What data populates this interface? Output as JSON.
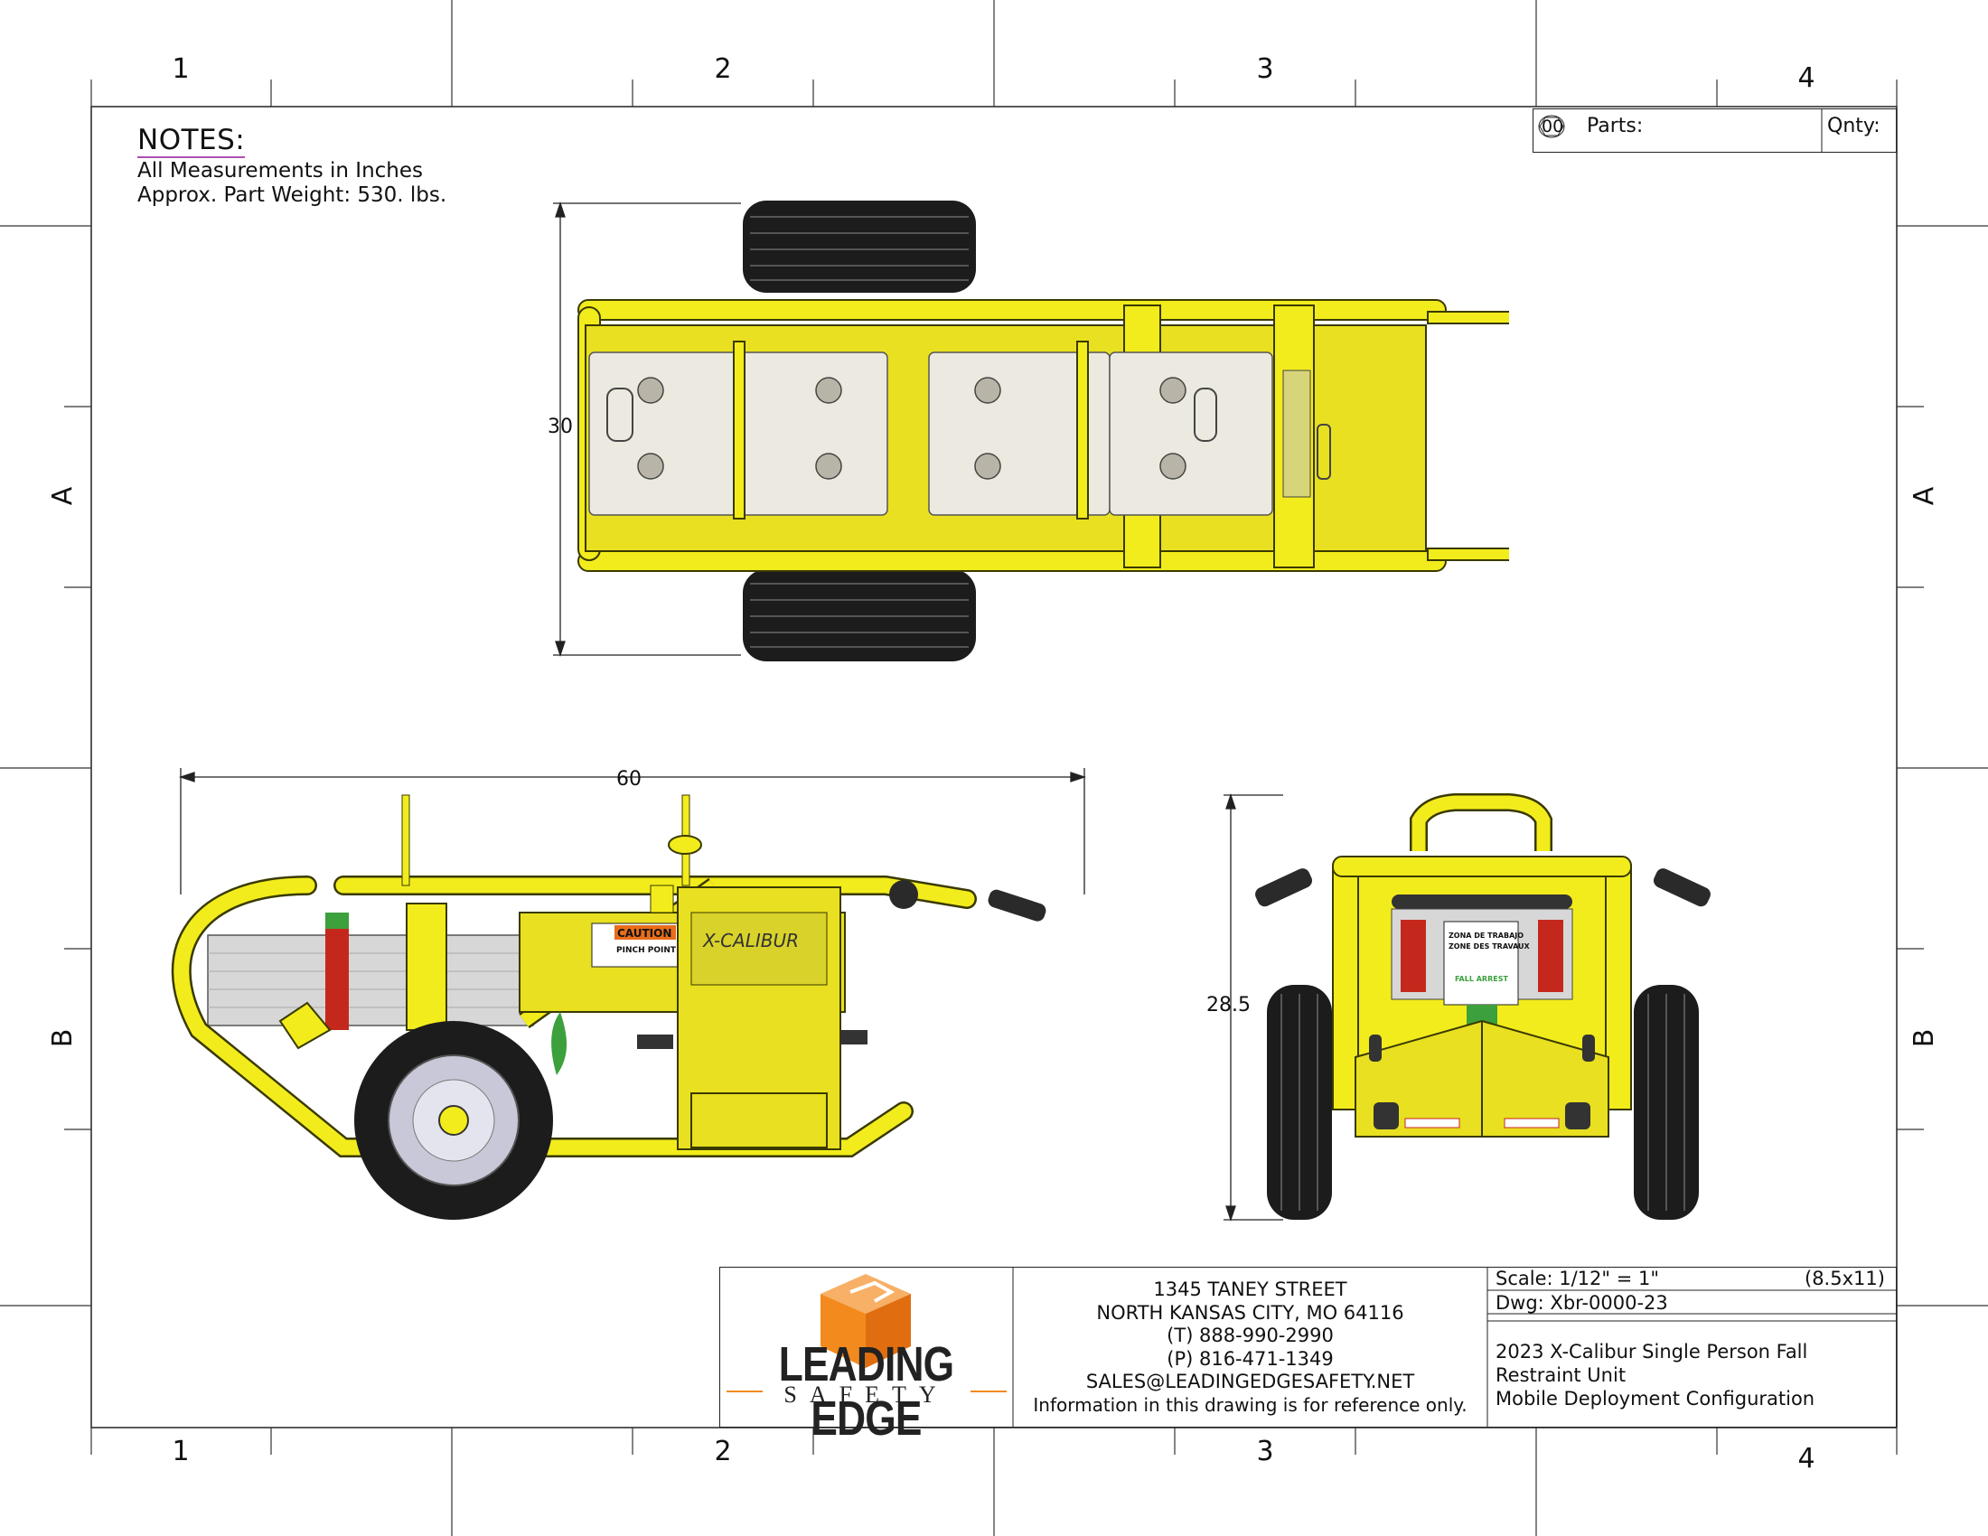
{
  "sheet": {
    "zones_cols": [
      "1",
      "2",
      "3",
      "4"
    ],
    "zones_rows": [
      "A",
      "B"
    ]
  },
  "notes": {
    "title": "NOTES:",
    "lines": [
      "All Measurements in Inches",
      "Approx. Part Weight: 530. lbs."
    ]
  },
  "parts_table": {
    "balloon": "00",
    "parts_label": "Parts:",
    "qty_label": "Qnty:"
  },
  "dimensions": {
    "top_width": "30",
    "side_length": "60",
    "front_height": "28.5"
  },
  "labels": {
    "brand_mark": "X-CALIBUR",
    "caution": "CAUTION",
    "pinch_point": "PINCH POINT",
    "work_zone": "ZONA DE TRABAJO",
    "work_zone_fr": "ZONE DES TRAVAUX",
    "fall_arrest": "FALL ARREST"
  },
  "title_block": {
    "logo_top": "LEADING EDGE",
    "logo_bottom": "SAFETY",
    "address": [
      "1345 TANEY STREET",
      "NORTH KANSAS CITY, MO 64116",
      "(T) 888-990-2990",
      "(P) 816-471-1349",
      "SALES@LEADINGEDGESAFETY.NET",
      "Information in this drawing is for reference only."
    ],
    "scale": "Scale: 1/12\" = 1\"",
    "paper": "(8.5x11)",
    "dwg": "Dwg: Xbr-0000-23",
    "description": [
      "2023 X-Calibur Single Person Fall",
      "Restraint Unit",
      "Mobile Deployment Configuration"
    ]
  },
  "colors": {
    "frame_yellow": "#f2ec1c",
    "frame_outline": "#3a3a00",
    "tire": "#1c1c1c",
    "pad": "#ece9e0",
    "logo_orange": "#f28a1e"
  }
}
